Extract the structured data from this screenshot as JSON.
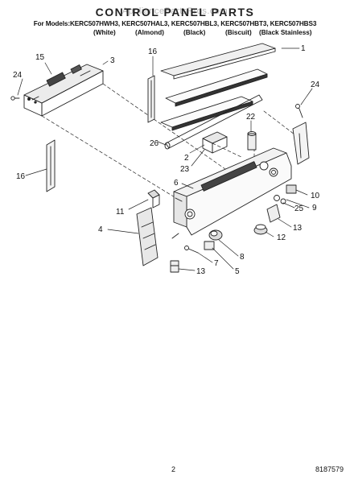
{
  "watermark": "AppliancePartsPros.com",
  "title": "CONTROL PANEL PARTS",
  "models_line": "For Models:KERC507HWH3, KERC507HAL3, KERC507HBL3, KERC507HBT3, KERC507HBS3",
  "variants": [
    "(White)",
    "(Almond)",
    "(Black)",
    "(Biscuit)",
    "(Black Stainless)"
  ],
  "callouts": [
    "1",
    "2",
    "3",
    "4",
    "5",
    "6",
    "7",
    "8",
    "9",
    "10",
    "11",
    "12",
    "13",
    "13",
    "15",
    "16",
    "16",
    "22",
    "23",
    "24",
    "24",
    "25",
    "26"
  ],
  "page_number": "2",
  "document_number": "8187579"
}
